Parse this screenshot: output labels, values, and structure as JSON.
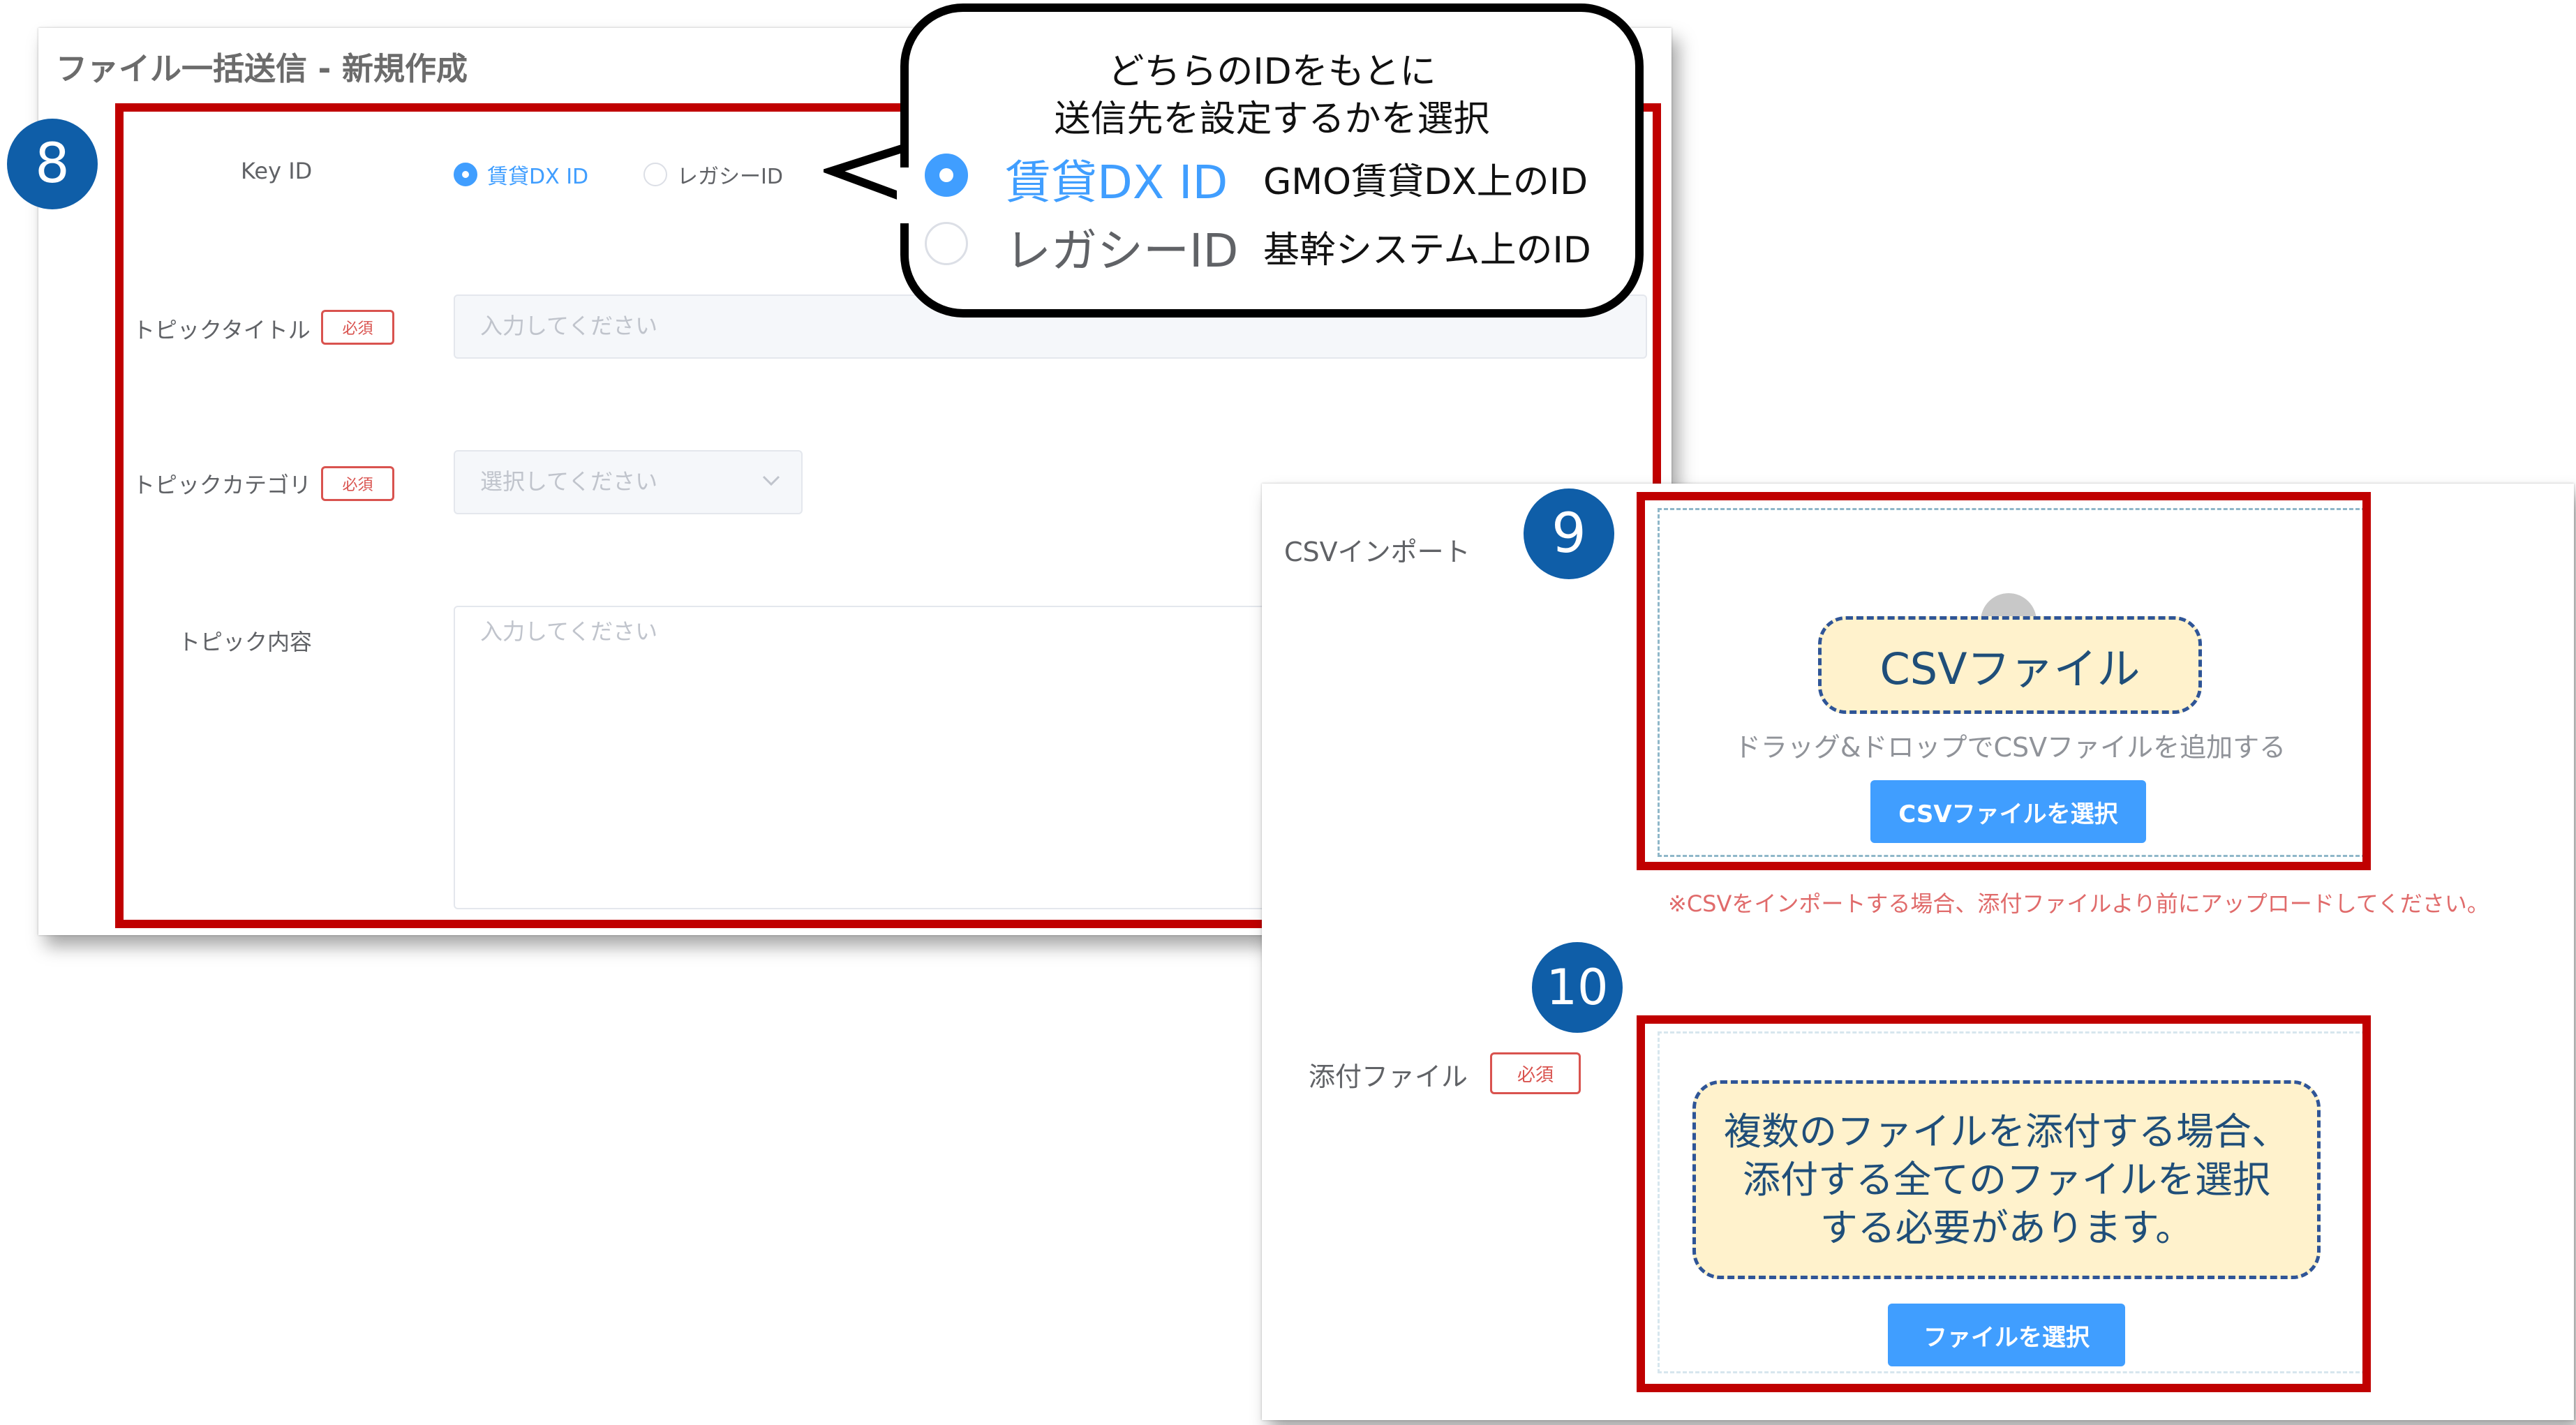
{
  "form": {
    "title": "ファイル一括送信 - 新規作成",
    "key_id": {
      "label": "Key ID",
      "options": [
        {
          "label": "賃貸DX ID",
          "selected": true
        },
        {
          "label": "レガシーID",
          "selected": false
        }
      ]
    },
    "topic_title": {
      "label": "トピックタイトル",
      "required_badge": "必須",
      "placeholder": "入力してください"
    },
    "topic_category": {
      "label": "トピックカテゴリ",
      "required_badge": "必須",
      "placeholder": "選択してください"
    },
    "topic_content": {
      "label": "トピック内容",
      "placeholder": "入力してください"
    }
  },
  "callouts": {
    "step8": "8",
    "step9": "9",
    "step10": "10",
    "bubble": {
      "line1": "どちらのIDをもとに",
      "line2": "送信先を設定するかを選択",
      "options": [
        {
          "label": "賃貸DX ID",
          "desc": "GMO賃貸DX上のID",
          "selected": true
        },
        {
          "label": "レガシーID",
          "desc": "基幹システム上のID",
          "selected": false
        }
      ]
    },
    "csv_note": "CSVファイル",
    "attach_note": {
      "line1": "複数のファイルを添付する場合、",
      "line2": "添付する全てのファイルを選択",
      "line3": "する必要があります。"
    }
  },
  "csv_import": {
    "label": "CSVインポート",
    "drop_text": "ドラッグ&ドロップでCSVファイルを追加する",
    "button": "CSVファイルを選択",
    "warning": "※CSVをインポートする場合、添付ファイルより前にアップロードしてください。"
  },
  "attachment": {
    "label": "添付ファイル",
    "required_badge": "必須",
    "button": "ファイルを選択"
  },
  "colors": {
    "frame_red": "#c00000",
    "badge_blue": "#0f5ea8",
    "primary_blue": "#409eff",
    "callout_fill": "#fff2cc",
    "warning_red": "#e06b6b"
  }
}
